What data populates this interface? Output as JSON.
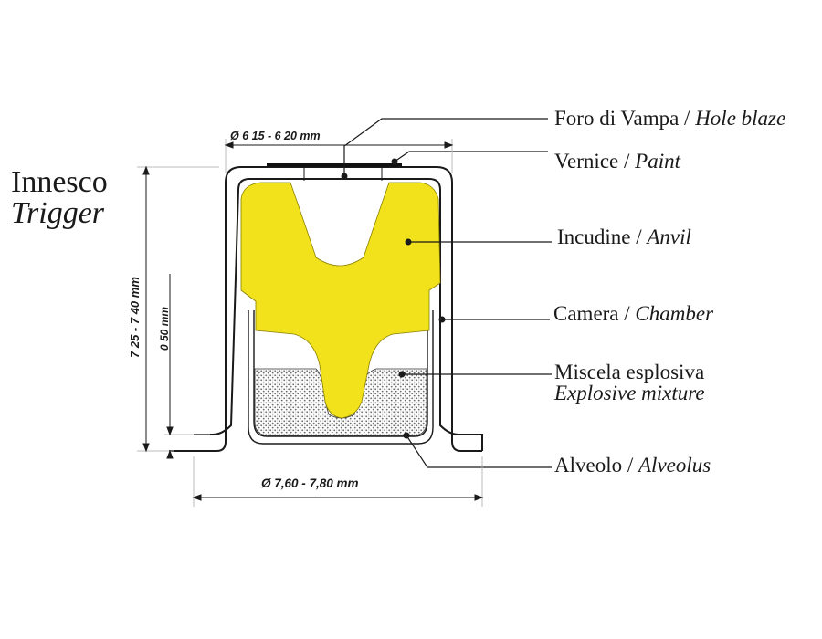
{
  "title": {
    "line1": "Innesco",
    "line2": "Trigger"
  },
  "labels": {
    "hole_blaze": {
      "it": "Foro di Vampa",
      "en": "Hole blaze"
    },
    "paint": {
      "it": "Vernice",
      "en": "Paint"
    },
    "anvil": {
      "it": "Incudine",
      "en": "Anvil"
    },
    "chamber": {
      "it": "Camera",
      "en": "Chamber"
    },
    "mixture": {
      "it": "Miscela esplosiva",
      "en": "Explosive mixture"
    },
    "alveolus": {
      "it": "Alveolo",
      "en": "Alveolus"
    }
  },
  "separator": " / ",
  "dimensions": {
    "inner_diameter": "Ø 6 15 - 6 20 mm",
    "outer_diameter": "Ø 7,60 - 7,80 mm",
    "height": "7 25 - 7 40 mm",
    "flange": "0 50 mm"
  },
  "colors": {
    "anvil": "#f2e21c",
    "outline": "#1a1a1a",
    "mixture_dots": "#6b6b6b"
  }
}
